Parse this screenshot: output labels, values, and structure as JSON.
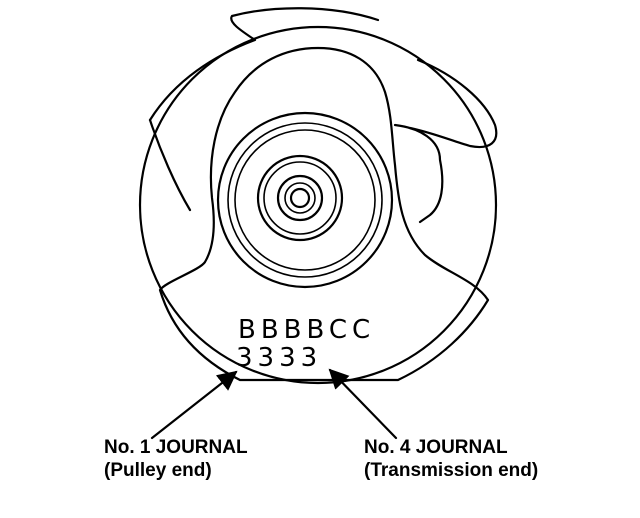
{
  "diagram": {
    "crank_code_letters": "BBBBCC",
    "crank_code_numbers": "3333",
    "callouts": [
      {
        "line1": "No. 1 JOURNAL",
        "line2": "(Pulley end)"
      },
      {
        "line1": "No. 4 JOURNAL",
        "line2": "(Transmission end)"
      }
    ]
  },
  "colors": {
    "ink": "#000000",
    "paper": "#ffffff"
  }
}
